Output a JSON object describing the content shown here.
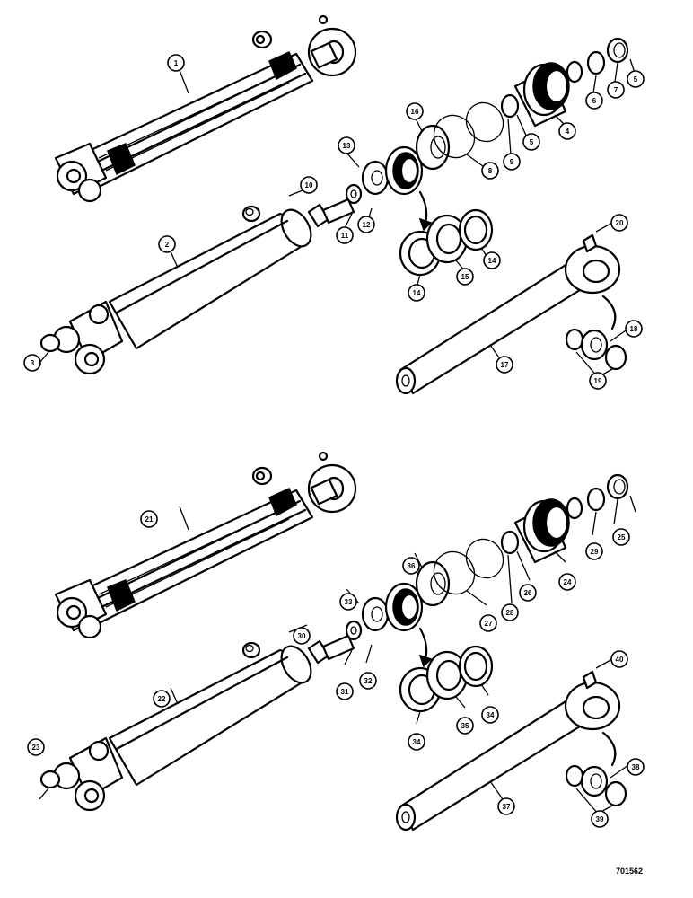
{
  "drawing_code": "701562",
  "callouts": [
    {
      "label": "1"
    },
    {
      "label": "2"
    },
    {
      "label": "3"
    },
    {
      "label": "4"
    },
    {
      "label": "5"
    },
    {
      "label": "5"
    },
    {
      "label": "6"
    },
    {
      "label": "7"
    },
    {
      "label": "8"
    },
    {
      "label": "9"
    },
    {
      "label": "10"
    },
    {
      "label": "11"
    },
    {
      "label": "12"
    },
    {
      "label": "13"
    },
    {
      "label": "14"
    },
    {
      "label": "14"
    },
    {
      "label": "15"
    },
    {
      "label": "16"
    },
    {
      "label": "17"
    },
    {
      "label": "18"
    },
    {
      "label": "19"
    },
    {
      "label": "20"
    },
    {
      "label": "21"
    },
    {
      "label": "22"
    },
    {
      "label": "23"
    },
    {
      "label": "24"
    },
    {
      "label": "25"
    },
    {
      "label": "26"
    },
    {
      "label": "27"
    },
    {
      "label": "28"
    },
    {
      "label": "29"
    },
    {
      "label": "30"
    },
    {
      "label": "31"
    },
    {
      "label": "32"
    },
    {
      "label": "33"
    },
    {
      "label": "34"
    },
    {
      "label": "34"
    },
    {
      "label": "35"
    },
    {
      "label": "36"
    },
    {
      "label": "37"
    },
    {
      "label": "38"
    },
    {
      "label": "39"
    },
    {
      "label": "40"
    }
  ]
}
